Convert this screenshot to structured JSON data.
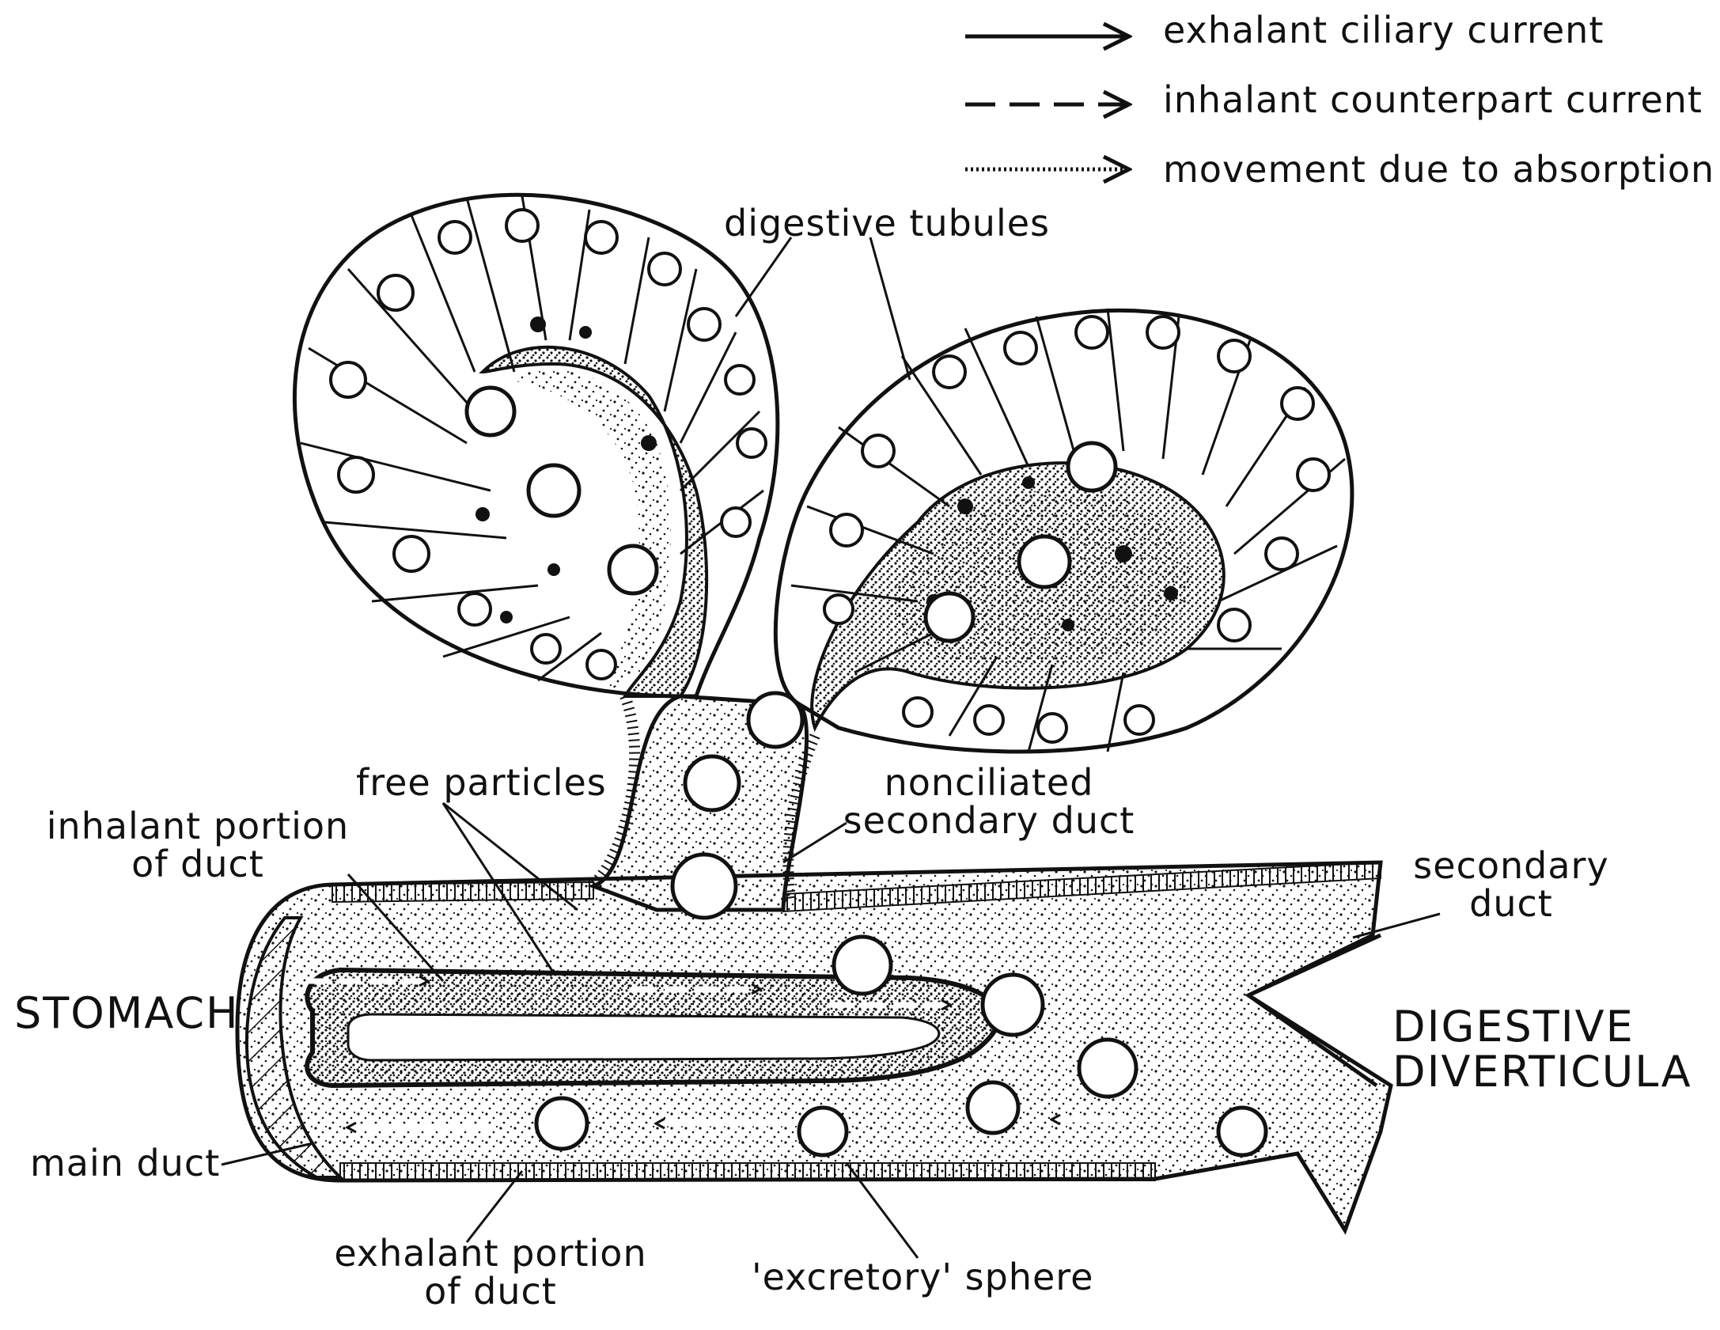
{
  "legend": {
    "items": [
      {
        "style": "solid",
        "label": "exhalant ciliary current"
      },
      {
        "style": "dashed",
        "label": "inhalant counterpart current"
      },
      {
        "style": "dotted",
        "label": "movement due to absorption"
      }
    ]
  },
  "labels": {
    "digestive_tubules": "digestive tubules",
    "free_particles": "free particles",
    "inhalant_portion_1": "inhalant portion",
    "inhalant_portion_2": "of duct",
    "nonciliated_1": "nonciliated",
    "nonciliated_2": "secondary duct",
    "secondary_duct_1": "secondary",
    "secondary_duct_2": "duct",
    "stomach": "STOMACH",
    "digestive_diverticula_1": "DIGESTIVE",
    "digestive_diverticula_2": "DIVERTICULA",
    "main_duct": "main duct",
    "exhalant_portion_1": "exhalant portion",
    "exhalant_portion_2": "of duct",
    "excretory_sphere": "'excretory' sphere"
  },
  "colors": {
    "ink": "#111111",
    "background": "#ffffff",
    "stipple": "#9a9a9a"
  }
}
